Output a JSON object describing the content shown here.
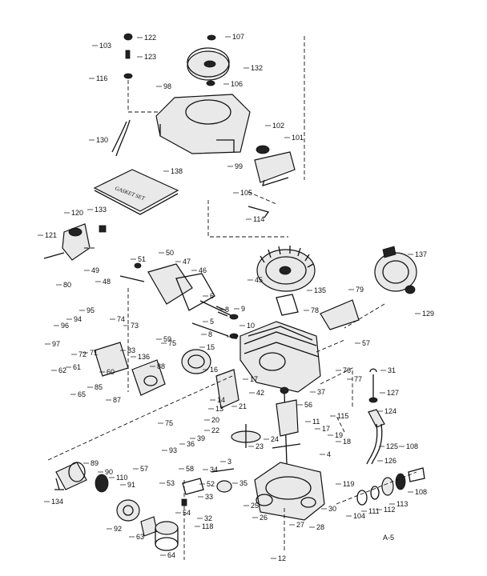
{
  "diagram": {
    "page_code": "A-5",
    "gasket_set_label": "GASKET SET",
    "callouts": [
      {
        "id": "c122",
        "label": "122"
      },
      {
        "id": "c103",
        "label": "103"
      },
      {
        "id": "c123",
        "label": "123"
      },
      {
        "id": "c116",
        "label": "116"
      },
      {
        "id": "c107",
        "label": "107"
      },
      {
        "id": "c132",
        "label": "132"
      },
      {
        "id": "c106",
        "label": "106"
      },
      {
        "id": "c98",
        "label": "98"
      },
      {
        "id": "c130",
        "label": "130"
      },
      {
        "id": "c102",
        "label": "102"
      },
      {
        "id": "c101",
        "label": "101"
      },
      {
        "id": "c99",
        "label": "99"
      },
      {
        "id": "c138",
        "label": "138"
      },
      {
        "id": "c105",
        "label": "105"
      },
      {
        "id": "c114",
        "label": "114"
      },
      {
        "id": "c120",
        "label": "120"
      },
      {
        "id": "c133",
        "label": "133"
      },
      {
        "id": "c121",
        "label": "121"
      },
      {
        "id": "c51",
        "label": "51"
      },
      {
        "id": "c50",
        "label": "50"
      },
      {
        "id": "c47",
        "label": "47"
      },
      {
        "id": "c49",
        "label": "49"
      },
      {
        "id": "c48",
        "label": "48"
      },
      {
        "id": "c46",
        "label": "46"
      },
      {
        "id": "c137",
        "label": "137"
      },
      {
        "id": "c45",
        "label": "45"
      },
      {
        "id": "c135",
        "label": "135"
      },
      {
        "id": "c80",
        "label": "80"
      },
      {
        "id": "c6",
        "label": "6"
      },
      {
        "id": "c8",
        "label": "8"
      },
      {
        "id": "c9a",
        "label": "9"
      },
      {
        "id": "c79",
        "label": "79"
      },
      {
        "id": "c78",
        "label": "78"
      },
      {
        "id": "c129",
        "label": "129"
      },
      {
        "id": "c95",
        "label": "95"
      },
      {
        "id": "c94",
        "label": "94"
      },
      {
        "id": "c74",
        "label": "74"
      },
      {
        "id": "c96",
        "label": "96"
      },
      {
        "id": "c73",
        "label": "73"
      },
      {
        "id": "c59",
        "label": "59"
      },
      {
        "id": "c5",
        "label": "5"
      },
      {
        "id": "c8b",
        "label": "8"
      },
      {
        "id": "c9b",
        "label": "9"
      },
      {
        "id": "c10",
        "label": "10"
      },
      {
        "id": "c57a",
        "label": "57"
      },
      {
        "id": "c97",
        "label": "97"
      },
      {
        "id": "c75",
        "label": "75"
      },
      {
        "id": "c83",
        "label": "83"
      },
      {
        "id": "c72",
        "label": "72"
      },
      {
        "id": "c71",
        "label": "71"
      },
      {
        "id": "c136",
        "label": "136"
      },
      {
        "id": "c15",
        "label": "15"
      },
      {
        "id": "c62",
        "label": "62"
      },
      {
        "id": "c61",
        "label": "61"
      },
      {
        "id": "c60",
        "label": "60"
      },
      {
        "id": "c88",
        "label": "88"
      },
      {
        "id": "c16",
        "label": "16"
      },
      {
        "id": "c31",
        "label": "31"
      },
      {
        "id": "c76",
        "label": "76"
      },
      {
        "id": "c77",
        "label": "77"
      },
      {
        "id": "c17",
        "label": "17"
      },
      {
        "id": "c85",
        "label": "85"
      },
      {
        "id": "c65",
        "label": "65"
      },
      {
        "id": "c87",
        "label": "87"
      },
      {
        "id": "c42",
        "label": "42"
      },
      {
        "id": "c37",
        "label": "37"
      },
      {
        "id": "c127",
        "label": "127"
      },
      {
        "id": "c14",
        "label": "14"
      },
      {
        "id": "c56",
        "label": "56"
      },
      {
        "id": "c115",
        "label": "115"
      },
      {
        "id": "c13",
        "label": "13"
      },
      {
        "id": "c21",
        "label": "21"
      },
      {
        "id": "c124",
        "label": "124"
      },
      {
        "id": "c11",
        "label": "11"
      },
      {
        "id": "c20",
        "label": "20"
      },
      {
        "id": "c75b",
        "label": "75"
      },
      {
        "id": "c22",
        "label": "22"
      },
      {
        "id": "c39",
        "label": "39"
      },
      {
        "id": "c17b",
        "label": "17"
      },
      {
        "id": "c19",
        "label": "19"
      },
      {
        "id": "c24",
        "label": "24"
      },
      {
        "id": "c18",
        "label": "18"
      },
      {
        "id": "c125",
        "label": "125"
      },
      {
        "id": "c108a",
        "label": "108"
      },
      {
        "id": "c93",
        "label": "93"
      },
      {
        "id": "c36",
        "label": "36"
      },
      {
        "id": "c4",
        "label": "4"
      },
      {
        "id": "c23",
        "label": "23"
      },
      {
        "id": "c126",
        "label": "126"
      },
      {
        "id": "c89",
        "label": "89"
      },
      {
        "id": "c90",
        "label": "90"
      },
      {
        "id": "c110",
        "label": "110"
      },
      {
        "id": "c57b",
        "label": "57"
      },
      {
        "id": "c58",
        "label": "58"
      },
      {
        "id": "c34",
        "label": "34"
      },
      {
        "id": "c3",
        "label": "3"
      },
      {
        "id": "c91",
        "label": "91"
      },
      {
        "id": "c53",
        "label": "53"
      },
      {
        "id": "c52",
        "label": "52"
      },
      {
        "id": "c35",
        "label": "35"
      },
      {
        "id": "c119",
        "label": "119"
      },
      {
        "id": "c111",
        "label": "111"
      },
      {
        "id": "c112",
        "label": "112"
      },
      {
        "id": "c113",
        "label": "113"
      },
      {
        "id": "c108b",
        "label": "108"
      },
      {
        "id": "c134",
        "label": "134"
      },
      {
        "id": "c33",
        "label": "33"
      },
      {
        "id": "c54",
        "label": "54"
      },
      {
        "id": "c25",
        "label": "25"
      },
      {
        "id": "c30",
        "label": "30"
      },
      {
        "id": "c92",
        "label": "92"
      },
      {
        "id": "c32",
        "label": "32"
      },
      {
        "id": "c26",
        "label": "26"
      },
      {
        "id": "c104",
        "label": "104"
      },
      {
        "id": "c118",
        "label": "118"
      },
      {
        "id": "c27",
        "label": "27"
      },
      {
        "id": "c28",
        "label": "28"
      },
      {
        "id": "c63",
        "label": "63"
      },
      {
        "id": "c64",
        "label": "64"
      },
      {
        "id": "c12",
        "label": "12"
      }
    ]
  }
}
